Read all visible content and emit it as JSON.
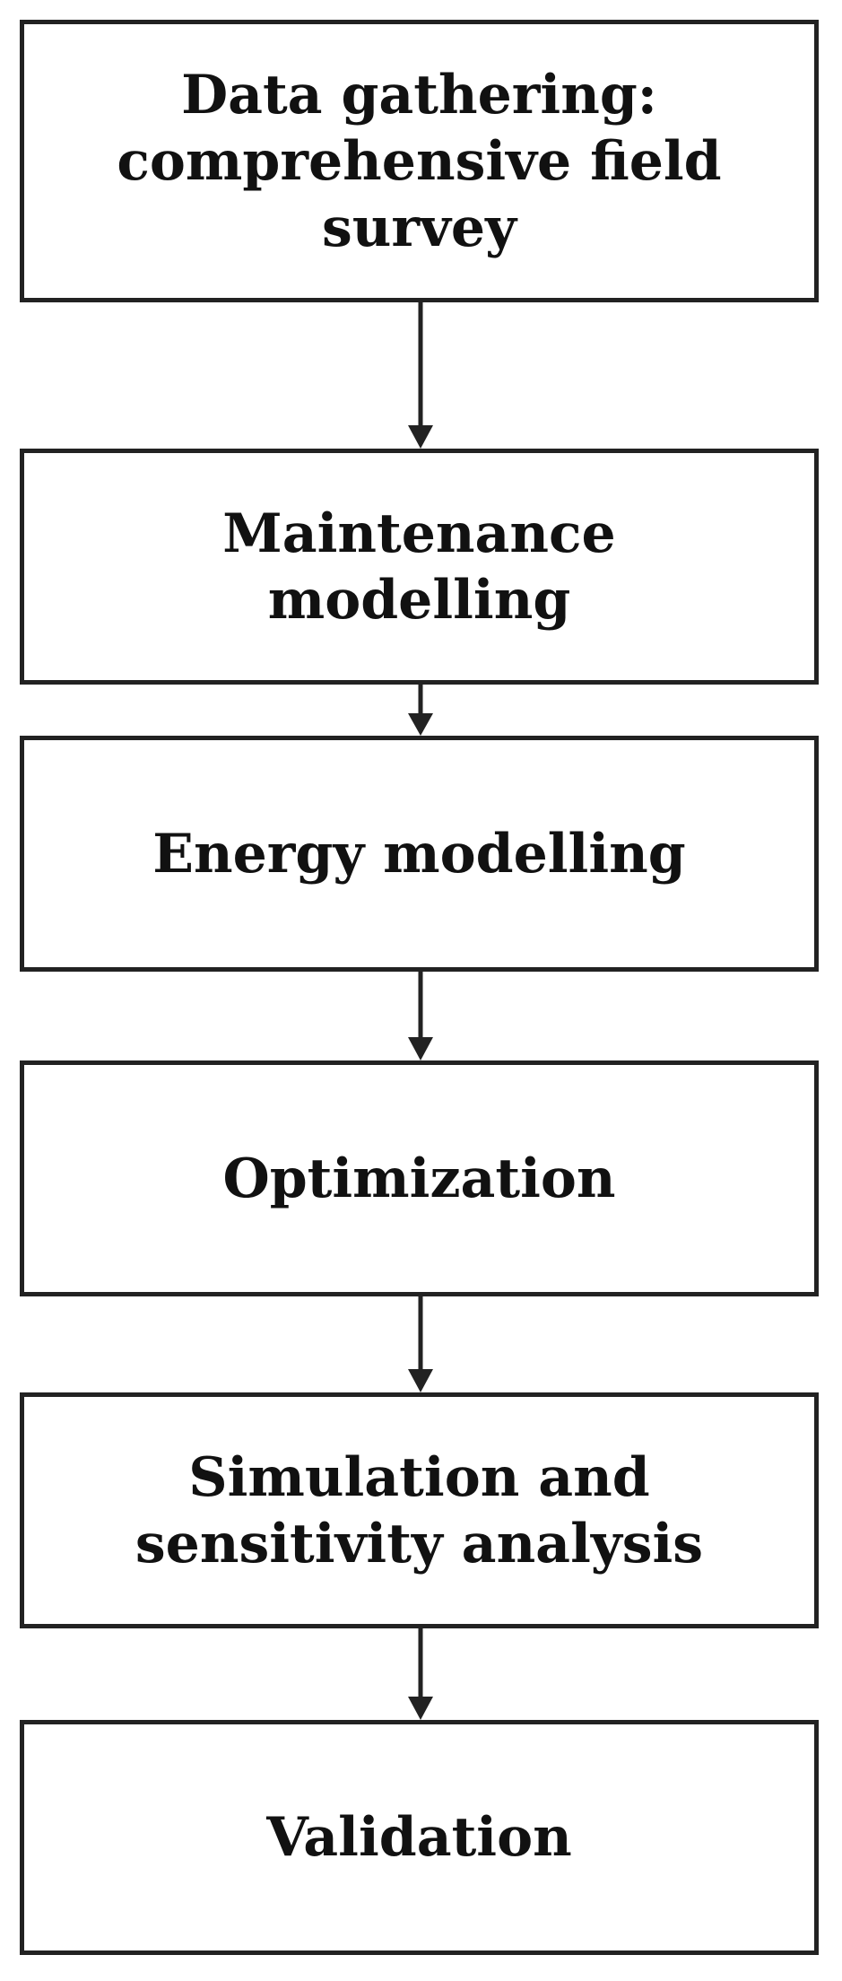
{
  "steps": [
    {
      "label": "Data gathering:\ncomprehensive field\nsurvey"
    },
    {
      "label": "Maintenance\nmodelling"
    },
    {
      "label": "Energy modelling"
    },
    {
      "label": "Optimization"
    },
    {
      "label": "Simulation and\nsensitivity analysis"
    },
    {
      "label": "Validation"
    }
  ],
  "colors": {
    "stroke": "#222222",
    "text": "#111111",
    "background": "#ffffff"
  }
}
